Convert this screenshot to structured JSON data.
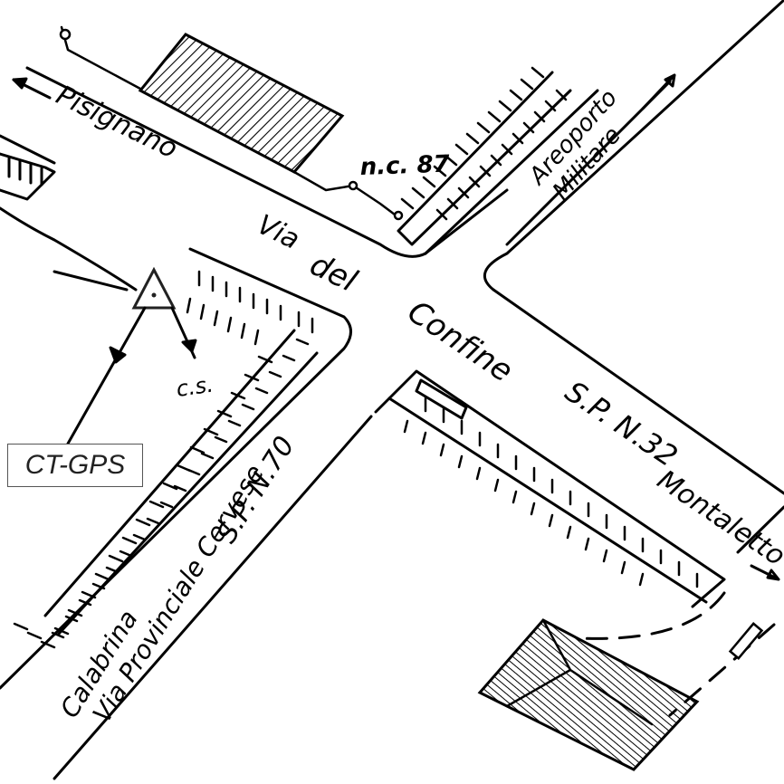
{
  "map": {
    "labels": {
      "pisignano": "Pisignano",
      "via": "Via",
      "del": "del",
      "confine": "Confine",
      "sp32": "S.P. N.32",
      "montaletto": "Montaletto",
      "aeroporto": "Areoporto",
      "militare": "Militare",
      "nc87": "n.c. 87",
      "calabrina": "Calabrina",
      "via_provinciale": "Via Provinciale Cervese",
      "sp70": "S.P. N.70",
      "cs": "c.s."
    },
    "marker": {
      "label": "CT-GPS",
      "icon": "triangle-survey-point-icon"
    }
  }
}
